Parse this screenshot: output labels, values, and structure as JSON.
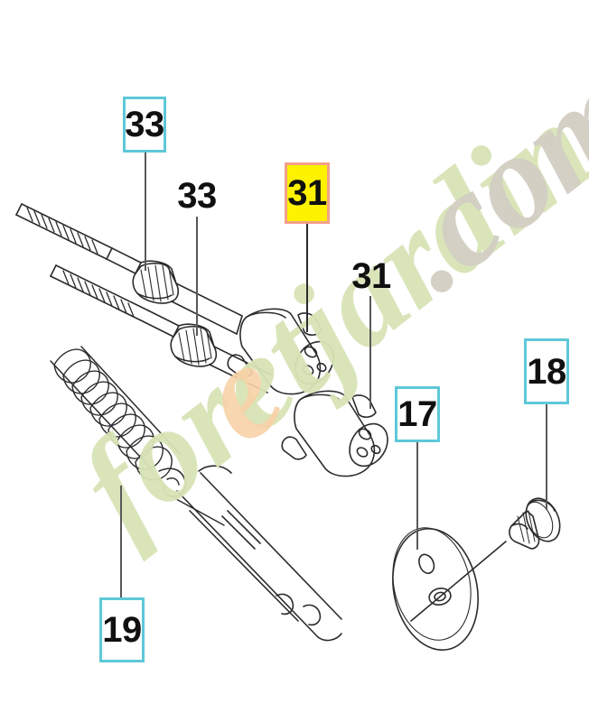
{
  "diagram": {
    "type": "exploded-parts-diagram",
    "background_color": "#ffffff",
    "callout_boxed_border_color": "#5ec8d8",
    "callout_highlight_fill_color": "#fff200",
    "callout_highlight_border_color": "#f2a08a",
    "line_color": "#2b2b2e",
    "leader_color": "#59595c"
  },
  "watermark": {
    "text": "foretjardin.com",
    "part_green": "foretjardin",
    "part_gray": ".com",
    "green_color": "#d7e3b4",
    "orange_color": "#f7cfa3",
    "gray_color": "#d2cdc3"
  },
  "callouts": [
    {
      "id": "33-boxed",
      "label": "33",
      "style": "boxed"
    },
    {
      "id": "33-plain",
      "label": "33",
      "style": "plain"
    },
    {
      "id": "31-boxed",
      "label": "31",
      "style": "highlight"
    },
    {
      "id": "31-plain",
      "label": "31",
      "style": "plain"
    },
    {
      "id": "17-boxed",
      "label": "17",
      "style": "boxed"
    },
    {
      "id": "18-boxed",
      "label": "18",
      "style": "boxed"
    },
    {
      "id": "19-boxed",
      "label": "19",
      "style": "boxed"
    }
  ],
  "parts": [
    {
      "ref": "33",
      "name": "cable adjuster nut (upper)"
    },
    {
      "ref": "33",
      "name": "cable adjuster nut (lower)"
    },
    {
      "ref": "31",
      "name": "coupling sleeve (upper)"
    },
    {
      "ref": "31",
      "name": "coupling sleeve (lower)"
    },
    {
      "ref": "19",
      "name": "tension spring"
    },
    {
      "ref": "17",
      "name": "disc plate"
    },
    {
      "ref": "18",
      "name": "flanged bolt"
    }
  ]
}
